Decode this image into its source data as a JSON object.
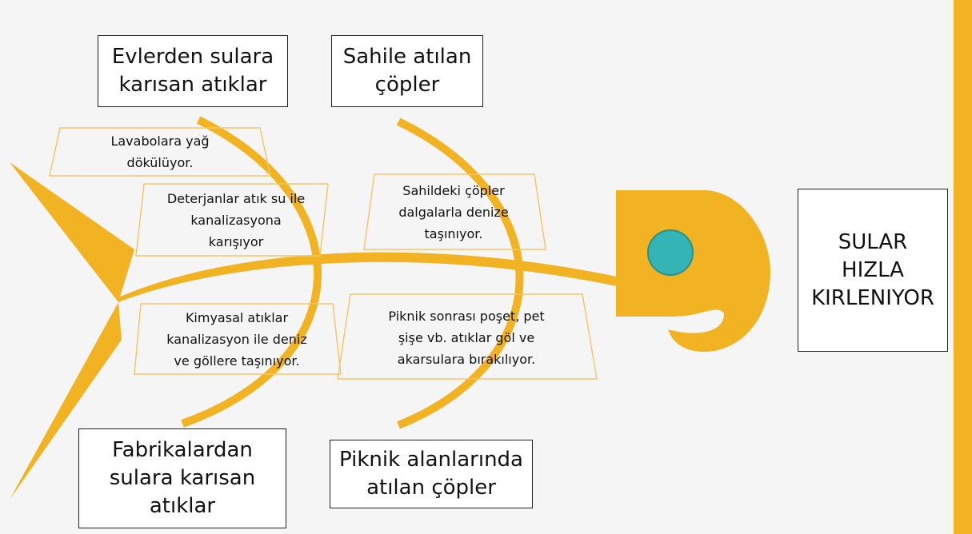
{
  "effect": {
    "label": "SULAR\nHIZLA\nKIRLENIYOR"
  },
  "categories": {
    "top_left": "Evlerden sulara\nkarısan atıklar",
    "top_right": "Sahile atılan\nçöpler",
    "bottom_left": "Fabrikalardan\nsulara karısan\natıklar",
    "bottom_right": "Piknik alanlarında\natılan çöpler"
  },
  "causes": {
    "home_1": "Lavabolara yağ\ndökülüyor.",
    "home_2": "Deterjanlar atık su ile\nkanalizasyona\nkarışıyor",
    "beach_1": "Sahildeki çöpler\ndalgalarla denize\ntaşınıyor.",
    "factory_1": "Kimyasal atıklar\nkanalizasyon ile deniz\nve göllere taşınıyor.",
    "picnic_1": "Piknik sonrası poşet, pet\nşişe vb. atıklar göl ve\nakarsulara bırakılıyor."
  },
  "colors": {
    "fish": "#f2b323",
    "eye": "#35b4b5",
    "trapezoid_border": "#f4c76a",
    "accent_bar": "#f2b323"
  },
  "icons": {
    "fish_skeleton": "fish-skeleton-icon",
    "fish_eye": "fish-eye-icon"
  }
}
